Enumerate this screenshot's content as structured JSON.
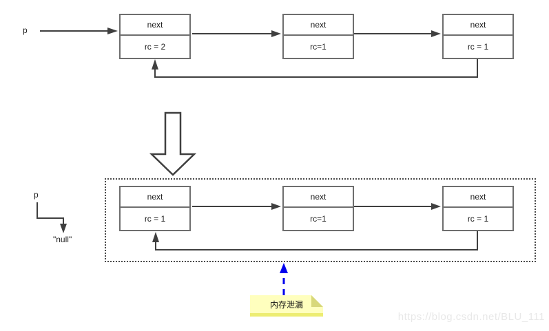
{
  "pointer_label": "p",
  "null_label": "\"null\"",
  "top_row": {
    "nodes": [
      {
        "field": "next",
        "rc": "rc = 2"
      },
      {
        "field": "next",
        "rc": "rc=1"
      },
      {
        "field": "next",
        "rc": "rc = 1"
      }
    ]
  },
  "bottom_row": {
    "nodes": [
      {
        "field": "next",
        "rc": "rc = 1"
      },
      {
        "field": "next",
        "rc": "rc=1"
      },
      {
        "field": "next",
        "rc": "rc = 1"
      }
    ]
  },
  "note": {
    "text": "内存泄漏"
  },
  "watermark": "https://blog.csdn.net/BLU_111",
  "colors": {
    "line": "#3f3f3f",
    "box_border": "#6e6e6e",
    "note_bg": "#ffffbe",
    "note_fold": "#d8d87a",
    "note_edge": "#eded72",
    "leak_arrow": "#0000ee",
    "watermark": "#e8e8e8"
  }
}
